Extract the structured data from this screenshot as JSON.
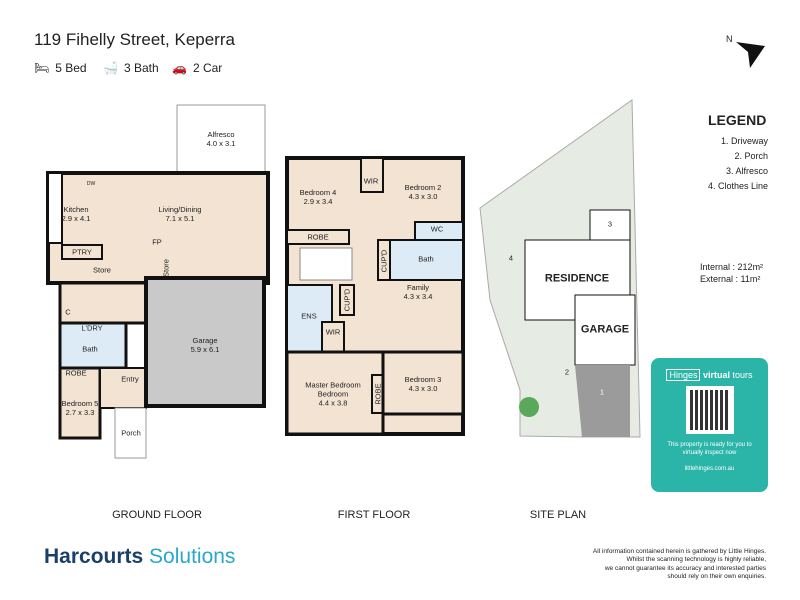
{
  "header": {
    "address": "119 Fihelly Street, Keperra",
    "beds": "5 Bed",
    "baths": "3 Bath",
    "cars": "2 Car"
  },
  "ground_floor": {
    "caption": "GROUND FLOOR",
    "rooms": [
      {
        "name": "Alfresco",
        "size": "4.0 x 3.1"
      },
      {
        "name": "Kitchen",
        "size": "2.9 x 4.1"
      },
      {
        "name": "Living/Dining",
        "size": "7.1 x 5.1"
      },
      {
        "name": "PTRY"
      },
      {
        "name": "FP"
      },
      {
        "name": "Store"
      },
      {
        "name": "Store"
      },
      {
        "name": "C"
      },
      {
        "name": "L'DRY"
      },
      {
        "name": "Bath"
      },
      {
        "name": "Garage",
        "size": "5.9 x 6.1"
      },
      {
        "name": "ROBE"
      },
      {
        "name": "Entry"
      },
      {
        "name": "Bedroom 5",
        "size": "2.7 x 3.3"
      },
      {
        "name": "Porch"
      },
      {
        "name": "DW"
      }
    ]
  },
  "first_floor": {
    "caption": "FIRST FLOOR",
    "rooms": [
      {
        "name": "Bedroom 4",
        "size": "2.9 x 3.4"
      },
      {
        "name": "WIR"
      },
      {
        "name": "Bedroom 2",
        "size": "4.3 x 3.0"
      },
      {
        "name": "ROBE"
      },
      {
        "name": "WC"
      },
      {
        "name": "CUP'D"
      },
      {
        "name": "Bath"
      },
      {
        "name": "CUP'D"
      },
      {
        "name": "ENS"
      },
      {
        "name": "WIR"
      },
      {
        "name": "Family",
        "size": "4.3 x 3.4"
      },
      {
        "name": "Master Bedroom",
        "size": "4.4 x 3.8"
      },
      {
        "name": "ROBE"
      },
      {
        "name": "Bedroom 3",
        "size": "4.3 x 3.0"
      }
    ]
  },
  "site_plan": {
    "caption": "SITE PLAN",
    "residence": "RESIDENCE",
    "garage": "GARAGE",
    "markers": [
      "1",
      "2",
      "3",
      "4"
    ]
  },
  "legend": {
    "title": "LEGEND",
    "items": [
      "1. Driveway",
      "2. Porch",
      "3. Alfresco",
      "4. Clothes Line"
    ]
  },
  "areas": {
    "internal_label": "Internal",
    "internal": "212m²",
    "external_label": "External",
    "external": "11m²"
  },
  "north": "N",
  "virtual_tour": {
    "brand_small": "Hinges",
    "brand_big": "virtual",
    "brand_sub": "tours",
    "text": "This property is ready for you to virtually inspect now",
    "url": "littlehinges.com.au"
  },
  "footer": {
    "brand": "Harcourts",
    "brand_sub": "Solutions",
    "disclaimer": [
      "All information contained herein is gathered by Little Hinges.",
      "Whilst the scanning technology is highly reliable,",
      "we cannot guarantee its accuracy and interested parties",
      "should rely on their own enquiries."
    ]
  },
  "colors": {
    "floor": "#f2e3d3",
    "garage": "#c9c9c9",
    "wet": "#dcebf6",
    "wall": "#111111",
    "lawn": "#e6ece3",
    "teal": "#2bb5a8",
    "brand": "#1b3f6b"
  }
}
